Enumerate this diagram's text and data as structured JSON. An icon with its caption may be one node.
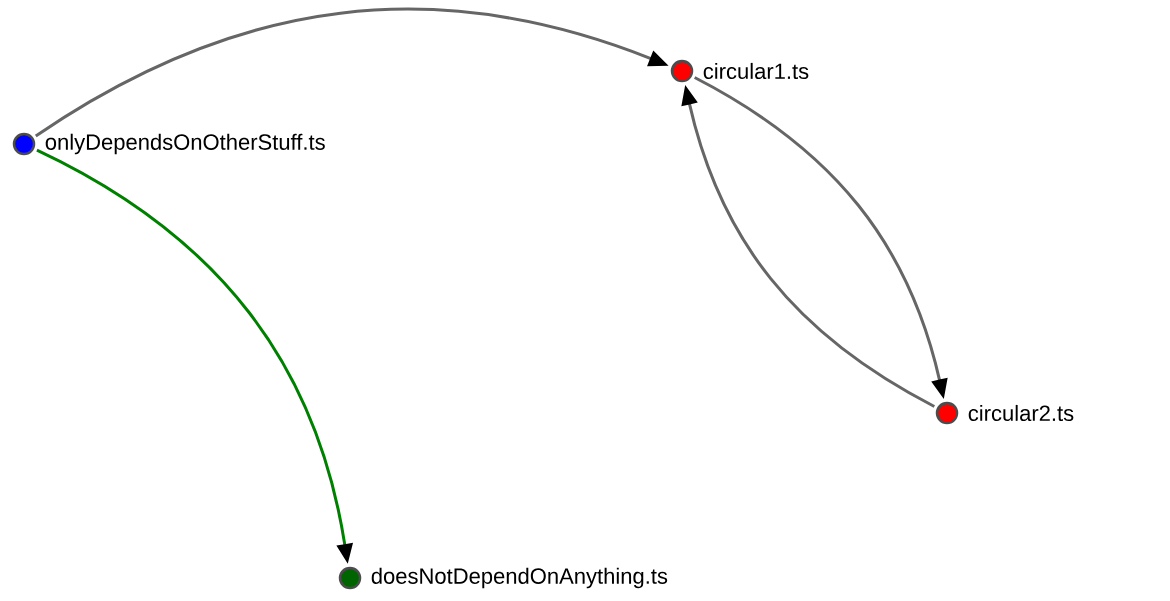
{
  "diagram": {
    "nodes": [
      {
        "text": [
          "onlyDependsOnOtherStuff.ts"
        ]
      },
      {
        "text": [
          "circular1.ts"
        ]
      },
      {
        "text": [
          "circular2.ts"
        ]
      },
      {
        "text": [
          "doesNotDependOnAnything.ts"
        ]
      }
    ],
    "edges": [
      {
        "from": 0,
        "to": 1,
        "arrow": "to"
      },
      {
        "from": 1,
        "to": 2,
        "arrow": "to"
      },
      {
        "from": 2,
        "to": 1,
        "arrow": "to"
      },
      {
        "from": 0,
        "to": 3,
        "arrow": "to",
        "color": "#008000"
      }
    ]
  }
}
